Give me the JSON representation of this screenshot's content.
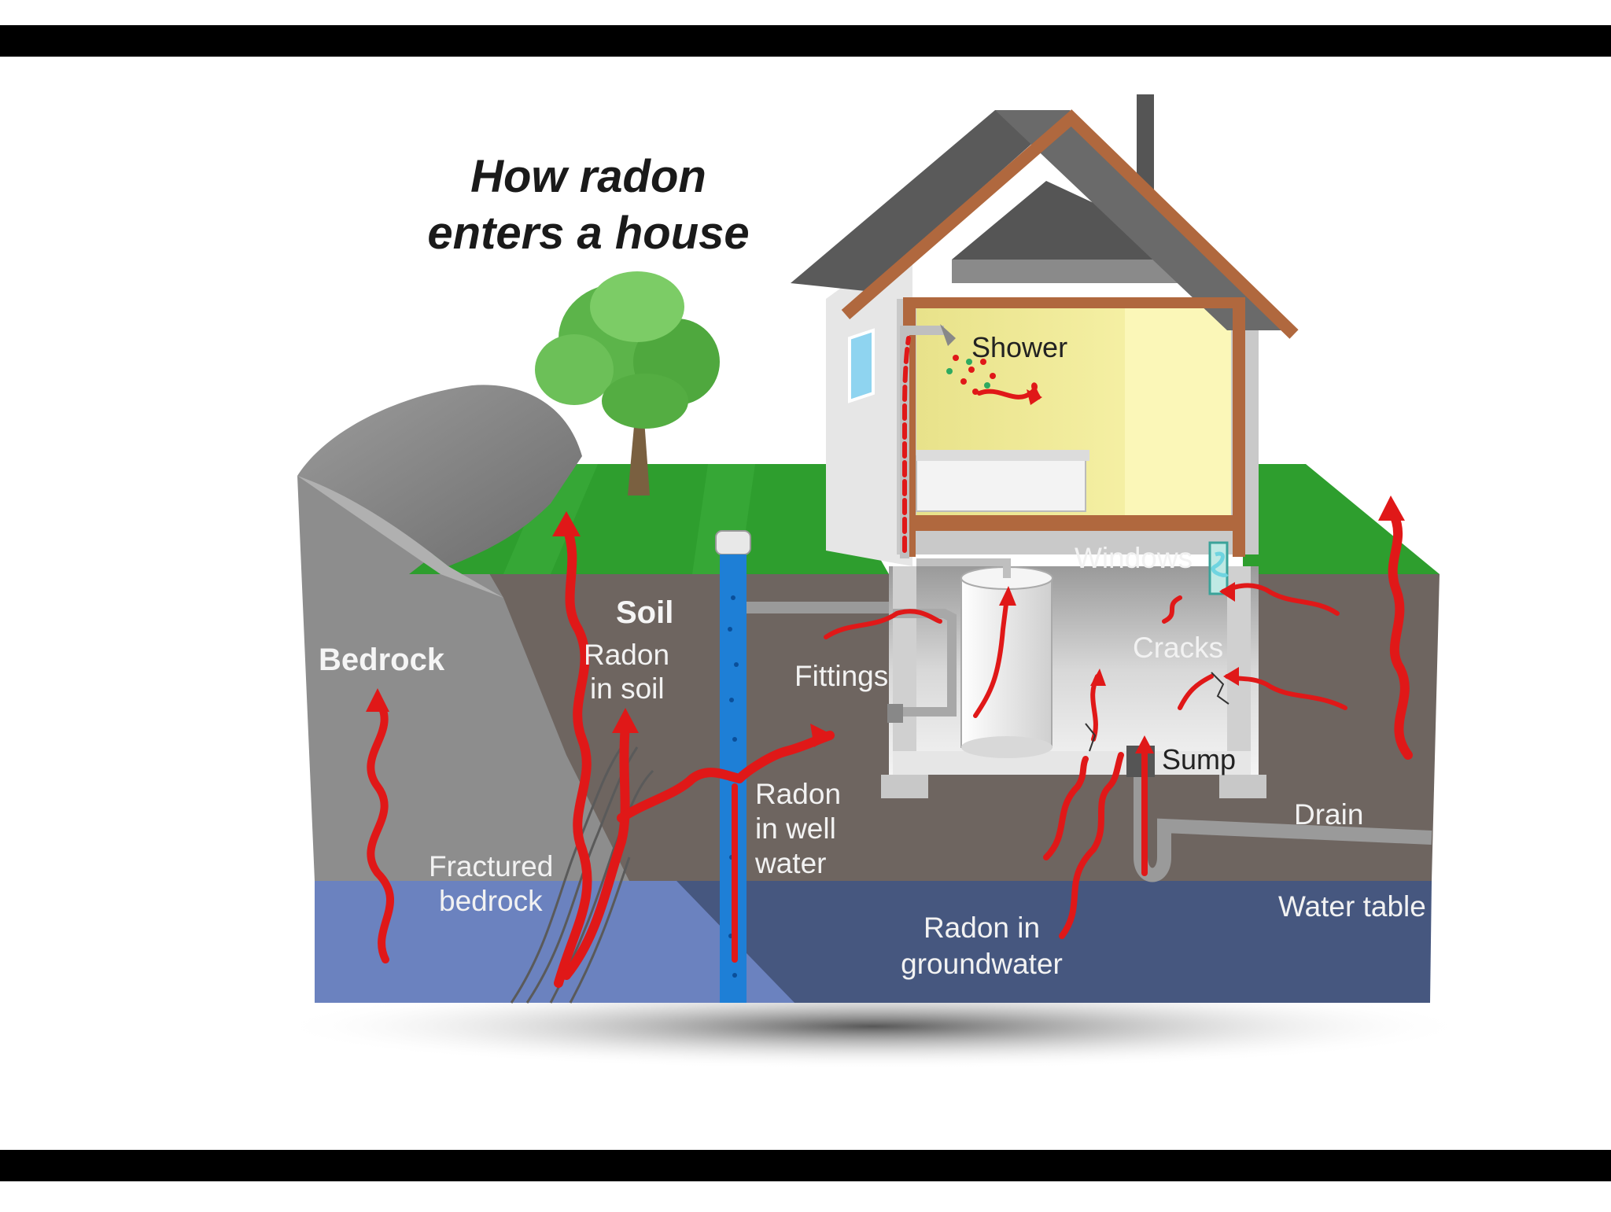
{
  "title": {
    "line1": "How radon",
    "line2": "enters a house"
  },
  "labels": {
    "bedrock": "Bedrock",
    "soil": "Soil",
    "radon_in_soil_1": "Radon",
    "radon_in_soil_2": "in soil",
    "fractured_bedrock_1": "Fractured",
    "fractured_bedrock_2": "bedrock",
    "radon_in_well_water_1": "Radon",
    "radon_in_well_water_2": "in well",
    "radon_in_well_water_3": "water",
    "fittings": "Fittings",
    "shower": "Shower",
    "windows": "Windows",
    "cracks": "Cracks",
    "sump": "Sump",
    "drain": "Drain",
    "water_table": "Water table",
    "radon_in_groundwater_1": "Radon in",
    "radon_in_groundwater_2": "groundwater"
  },
  "colors": {
    "letterbox_bars": "#000000",
    "radon_arrows": "#e01818",
    "grass": "#2e9e2e",
    "soil": "#6e6560",
    "bedrock": "#8c8c8c",
    "groundwater": "#4a5c90",
    "well_pipe": "#1e7fd6",
    "house_trim": "#b0683e",
    "roof": "#5a5a5a",
    "room_interior": "#f6f0a0"
  }
}
